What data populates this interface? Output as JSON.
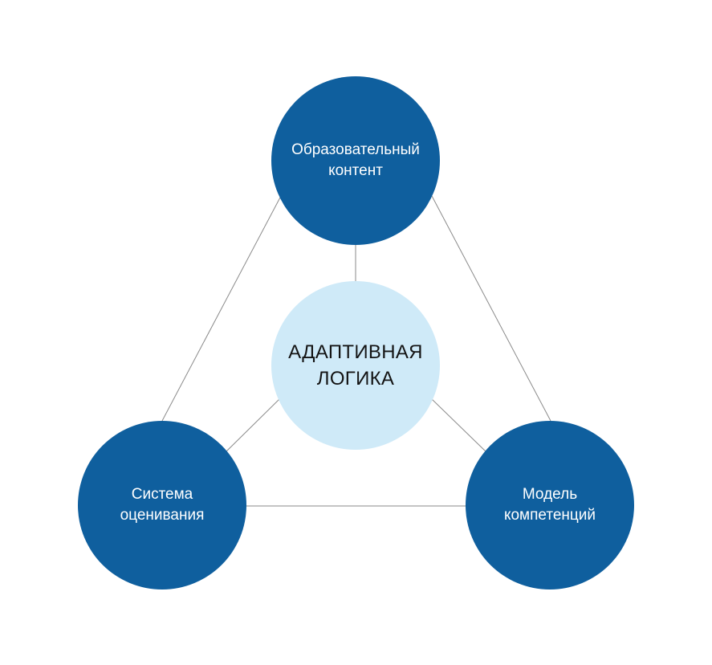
{
  "colors": {
    "outer_node": "#0f5f9e",
    "center_node": "#cfeaf8",
    "connector": "#8a8a8a",
    "outer_text": "#ffffff",
    "center_text": "#141414"
  },
  "center": {
    "lines": [
      "АДАПТИВНАЯ",
      "ЛОГИКА"
    ]
  },
  "nodes": {
    "top": {
      "lines": [
        "Образовательный",
        "контент"
      ]
    },
    "left": {
      "lines": [
        "Система",
        "оценивания"
      ]
    },
    "right": {
      "lines": [
        "Модель",
        "компетенций"
      ]
    }
  },
  "edges": [
    {
      "from": "top",
      "to": "left"
    },
    {
      "from": "top",
      "to": "right"
    },
    {
      "from": "left",
      "to": "right"
    },
    {
      "from": "center",
      "to": "top"
    },
    {
      "from": "center",
      "to": "left"
    },
    {
      "from": "center",
      "to": "right"
    }
  ]
}
